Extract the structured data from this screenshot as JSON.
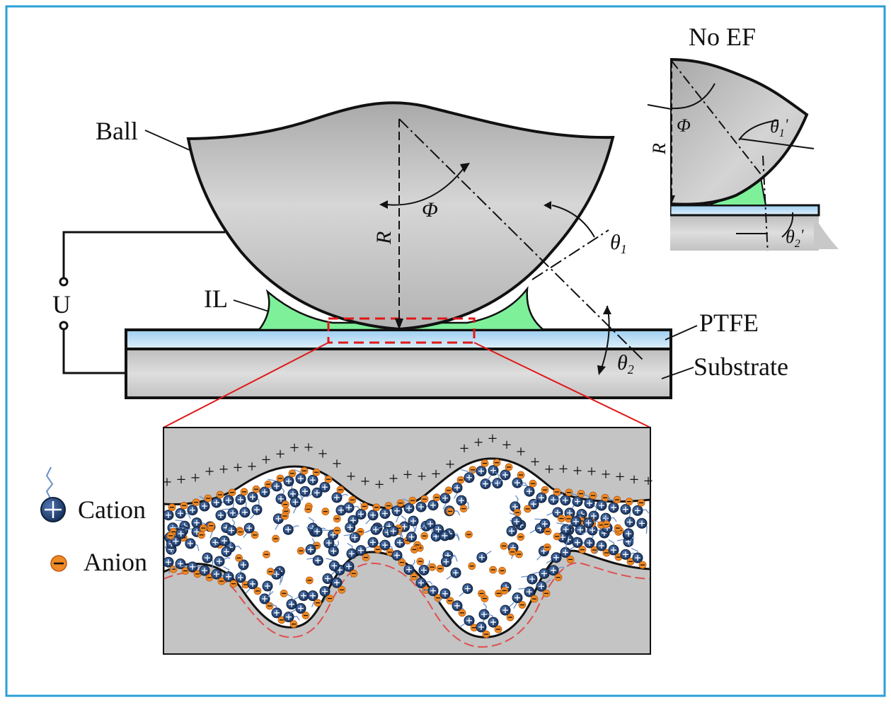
{
  "labels": {
    "ball": "Ball",
    "il": "IL",
    "u": "U",
    "ptfe": "PTFE",
    "substrate": "Substrate",
    "no_ef": "No EF",
    "r": "R",
    "phi": "Φ",
    "theta1": "θ",
    "theta1_sub": "1",
    "theta2": "θ",
    "theta2_sub": "2",
    "inset_r": "R",
    "inset_phi": "Φ",
    "inset_theta1": "θ",
    "inset_theta1_sub": "1",
    "inset_theta1_prime": "'",
    "inset_theta2": "θ",
    "inset_theta2_sub": "2",
    "inset_theta2_prime": "'",
    "plus": "+"
  },
  "legend": {
    "cation": "Cation",
    "anion": "Anion"
  },
  "colors": {
    "frame": "#2aa0d6",
    "ball_gray": "#bdbdbd",
    "liquid_green": "#7ef09a",
    "ptfe_blue": "#bfe0f7",
    "substrate_gray": "#c8c8c8",
    "detail_line_red": "#e01818",
    "plus_red": "#e82020",
    "cation_navy": "#1d3a63",
    "anion_orange": "#f08a24",
    "tail_blue": "#6b8fc7"
  }
}
